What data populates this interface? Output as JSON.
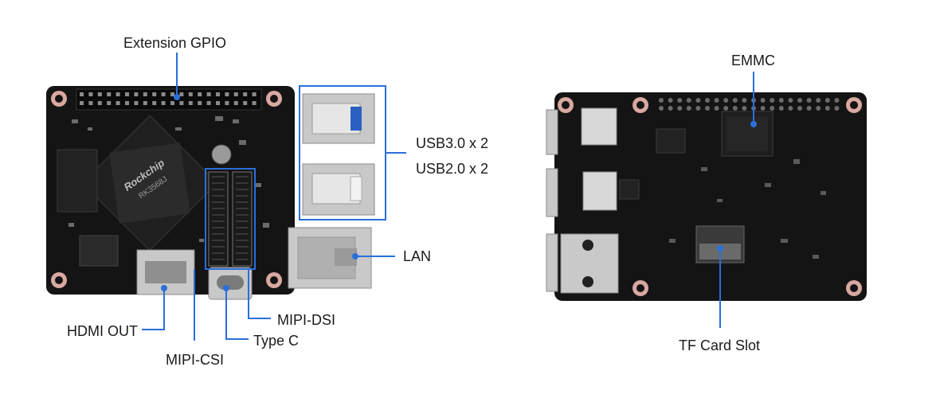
{
  "colors": {
    "board": "#141414",
    "pad": "#d9a8a0",
    "callout": "#2a6fdb",
    "metal": "#c8c8c8",
    "text": "#1a1a1a"
  },
  "labels": {
    "gpio": "Extension GPIO",
    "usb3": "USB3.0 x 2",
    "usb2": "USB2.0 x 2",
    "lan": "LAN",
    "hdmi": "HDMI OUT",
    "mipi_csi": "MIPI-CSI",
    "type_c": "Type C",
    "mipi_dsi": "MIPI-DSI",
    "emmc": "EMMC",
    "tf_slot": "TF Card Slot"
  },
  "chip": {
    "brand": "Rockchip",
    "model": "RK3568J"
  },
  "icons": [
    "gpio-header-icon",
    "usb-port-icon",
    "ethernet-port-icon",
    "hdmi-port-icon",
    "usb-c-port-icon",
    "mipi-connector-icon",
    "emmc-chip-icon",
    "tf-card-slot-icon"
  ]
}
